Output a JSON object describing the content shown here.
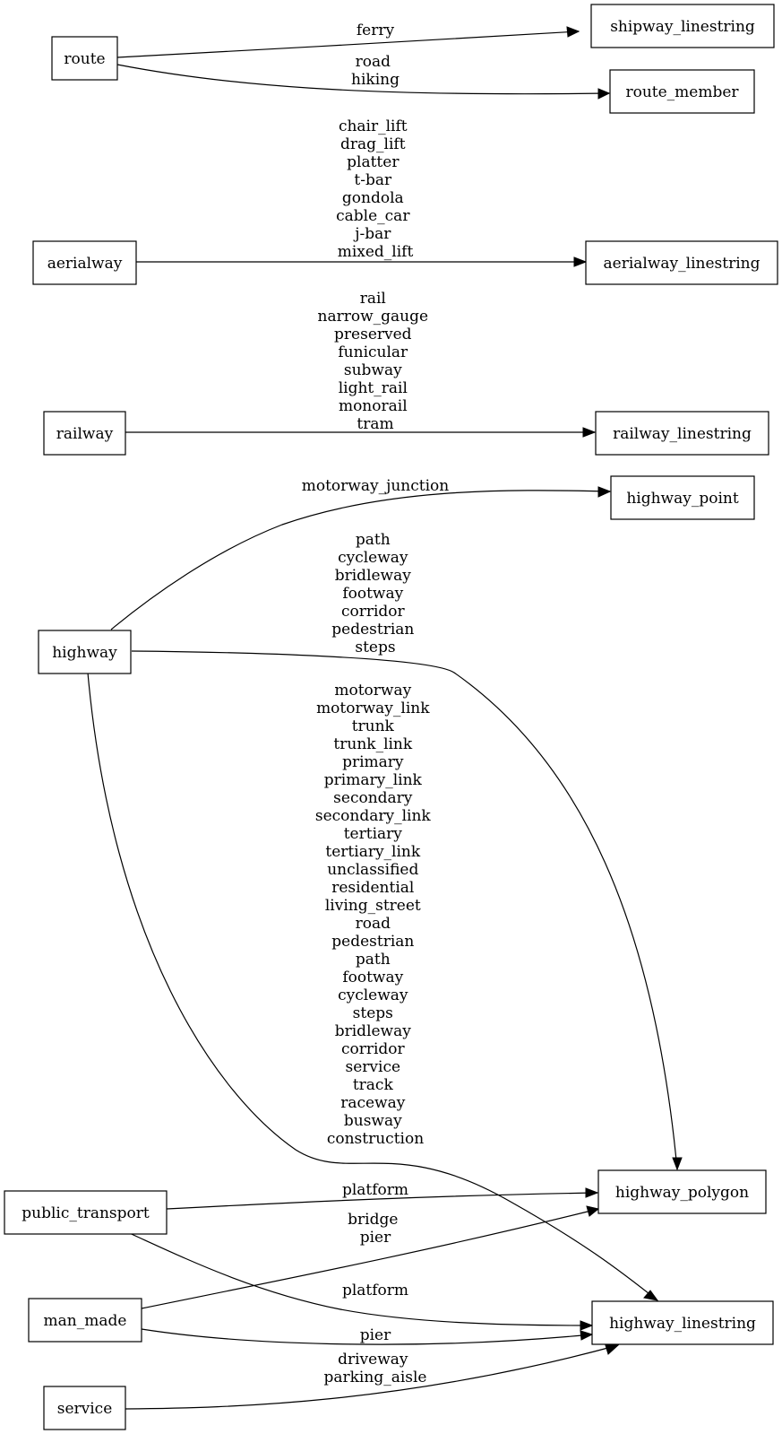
{
  "nodes": {
    "route": "route",
    "aerialway": "aerialway",
    "railway": "railway",
    "highway": "highway",
    "public_transport": "public_transport",
    "man_made": "man_made",
    "service": "service",
    "shipway_linestring": "shipway_linestring",
    "route_member": "route_member",
    "aerialway_linestring": "aerialway_linestring",
    "railway_linestring": "railway_linestring",
    "highway_point": "highway_point",
    "highway_polygon": "highway_polygon",
    "highway_linestring": "highway_linestring"
  },
  "edges": {
    "route_shipway": [
      "ferry"
    ],
    "route_member": [
      "road",
      "hiking"
    ],
    "aerialway_linestring": [
      "chair_lift",
      "drag_lift",
      "platter",
      "t-bar",
      "gondola",
      "cable_car",
      "j-bar",
      "mixed_lift"
    ],
    "railway_linestring": [
      "rail",
      "narrow_gauge",
      "preserved",
      "funicular",
      "subway",
      "light_rail",
      "monorail",
      "tram"
    ],
    "highway_point": [
      "motorway_junction"
    ],
    "highway_polygon": [
      "path",
      "cycleway",
      "bridleway",
      "footway",
      "corridor",
      "pedestrian",
      "steps"
    ],
    "highway_linestring": [
      "motorway",
      "motorway_link",
      "trunk",
      "trunk_link",
      "primary",
      "primary_link",
      "secondary",
      "secondary_link",
      "tertiary",
      "tertiary_link",
      "unclassified",
      "residential",
      "living_street",
      "road",
      "pedestrian",
      "path",
      "footway",
      "cycleway",
      "steps",
      "bridleway",
      "corridor",
      "service",
      "track",
      "raceway",
      "busway",
      "construction"
    ],
    "public_transport_polygon": [
      "platform"
    ],
    "public_transport_linestring": [
      "platform"
    ],
    "man_made_polygon": [
      "bridge",
      "pier"
    ],
    "man_made_linestring": [
      "pier"
    ],
    "service_linestring": [
      "driveway",
      "parking_aisle"
    ]
  }
}
